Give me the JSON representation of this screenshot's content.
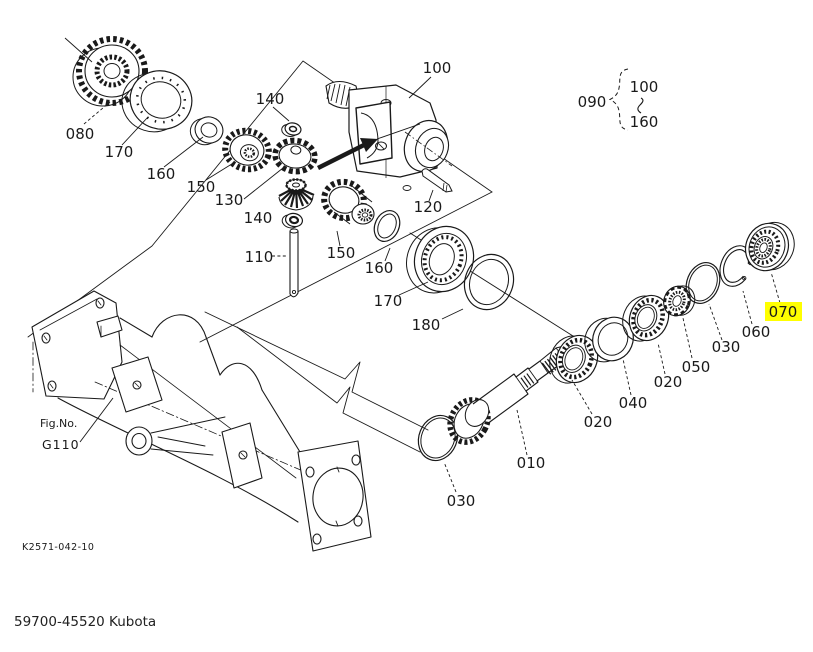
{
  "figure": {
    "fig_no_label": "Fig.No.",
    "fig_no_value": "G110",
    "drawing_code": "K2571-042-10",
    "footer_text": "59700-45520 Kubota",
    "highlight_color": "#ffff00"
  },
  "group_note": {
    "group_ref": "090",
    "range_from": "100",
    "range_to": "160"
  },
  "callouts": [
    {
      "ref": "080",
      "highlighted": false
    },
    {
      "ref": "170",
      "highlighted": false
    },
    {
      "ref": "160",
      "highlighted": false
    },
    {
      "ref": "150",
      "highlighted": false
    },
    {
      "ref": "130",
      "highlighted": false
    },
    {
      "ref": "140",
      "highlighted": false
    },
    {
      "ref": "140",
      "highlighted": false
    },
    {
      "ref": "110",
      "highlighted": false
    },
    {
      "ref": "100",
      "highlighted": false
    },
    {
      "ref": "120",
      "highlighted": false
    },
    {
      "ref": "150",
      "highlighted": false
    },
    {
      "ref": "160",
      "highlighted": false
    },
    {
      "ref": "170",
      "highlighted": false
    },
    {
      "ref": "180",
      "highlighted": false
    },
    {
      "ref": "010",
      "highlighted": false
    },
    {
      "ref": "030",
      "highlighted": false
    },
    {
      "ref": "020",
      "highlighted": false
    },
    {
      "ref": "040",
      "highlighted": false
    },
    {
      "ref": "020",
      "highlighted": false
    },
    {
      "ref": "050",
      "highlighted": false
    },
    {
      "ref": "030",
      "highlighted": false
    },
    {
      "ref": "060",
      "highlighted": false
    },
    {
      "ref": "070",
      "highlighted": true
    }
  ]
}
